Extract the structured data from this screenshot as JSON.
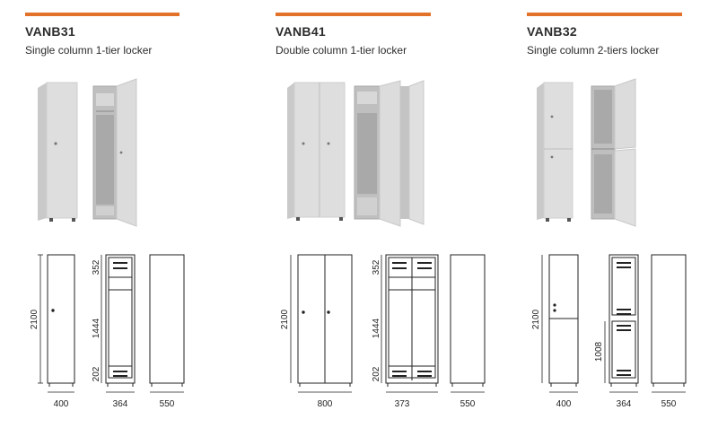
{
  "accent_color": "#e2722a",
  "products": [
    {
      "code": "VANB31",
      "description": "Single column 1-tier locker",
      "dimensions": {
        "height": "2100",
        "front_width": "400",
        "inner_width": "364",
        "depth": "550",
        "top_section": "352",
        "middle_section": "1444",
        "bottom_section": "202"
      }
    },
    {
      "code": "VANB41",
      "description": "Double column 1-tier locker",
      "dimensions": {
        "height": "2100",
        "front_width": "800",
        "inner_width": "373",
        "depth": "550",
        "top_section": "352",
        "middle_section": "1444",
        "bottom_section": "202"
      }
    },
    {
      "code": "VANB32",
      "description": "Single column 2-tiers locker",
      "dimensions": {
        "height": "2100",
        "front_width": "400",
        "inner_width": "364",
        "depth": "550",
        "lower_section": "1008"
      }
    }
  ]
}
